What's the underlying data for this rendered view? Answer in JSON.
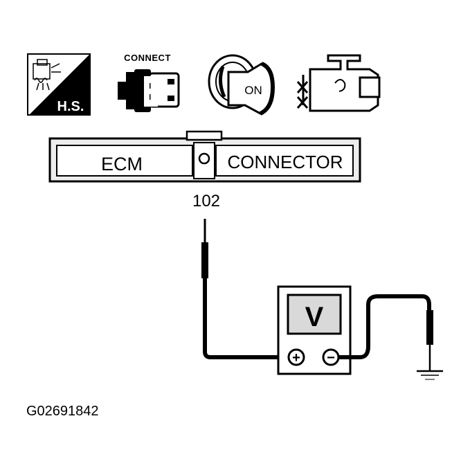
{
  "icons": {
    "hs_label": "H.S.",
    "connect_label": "CONNECT",
    "ignition_label": "ON"
  },
  "connector": {
    "left_label": "ECM",
    "right_label": "CONNECTOR",
    "pin_label": "102"
  },
  "meter": {
    "label": "V",
    "positive_symbol": "+",
    "negative_symbol": "−"
  },
  "figure_code": "G02691842",
  "colors": {
    "ink": "#000000",
    "connector_fill": "#e8e8e8",
    "meter_display": "#d9d9d9",
    "background": "#ffffff"
  }
}
